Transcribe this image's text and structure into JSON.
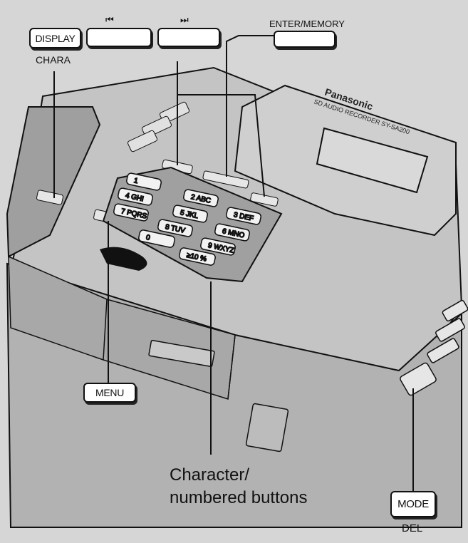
{
  "buttons": {
    "display": "DISPLAY",
    "enter_memory": "ENTER/MEMORY",
    "menu": "MENU",
    "mode": "MODE"
  },
  "sub_labels": {
    "chara": "CHARA",
    "del": "DEL"
  },
  "icons": {
    "skip_back": "skip-back-icon",
    "skip_forward": "skip-forward-icon",
    "skip_back_glyph": "⏮",
    "skip_forward_glyph": "⏭"
  },
  "callout": {
    "line1": "Character/",
    "line2": "numbered buttons"
  },
  "device": {
    "brand": "Panasonic",
    "model": "SD AUDIO  RECORDER  SY-SA200",
    "keypad": [
      "1",
      "2 ABC",
      "3 DEF",
      "4 GHI",
      "5 JKL",
      "6 MNO",
      "7 PQRS",
      "8 TUV",
      "9 WXYZ",
      "0",
      "≥10 %"
    ]
  },
  "colors": {
    "background": "#d6d6d6",
    "device_body": "#bdbdbd",
    "outline": "#111111",
    "key_fill": "#ffffff"
  }
}
